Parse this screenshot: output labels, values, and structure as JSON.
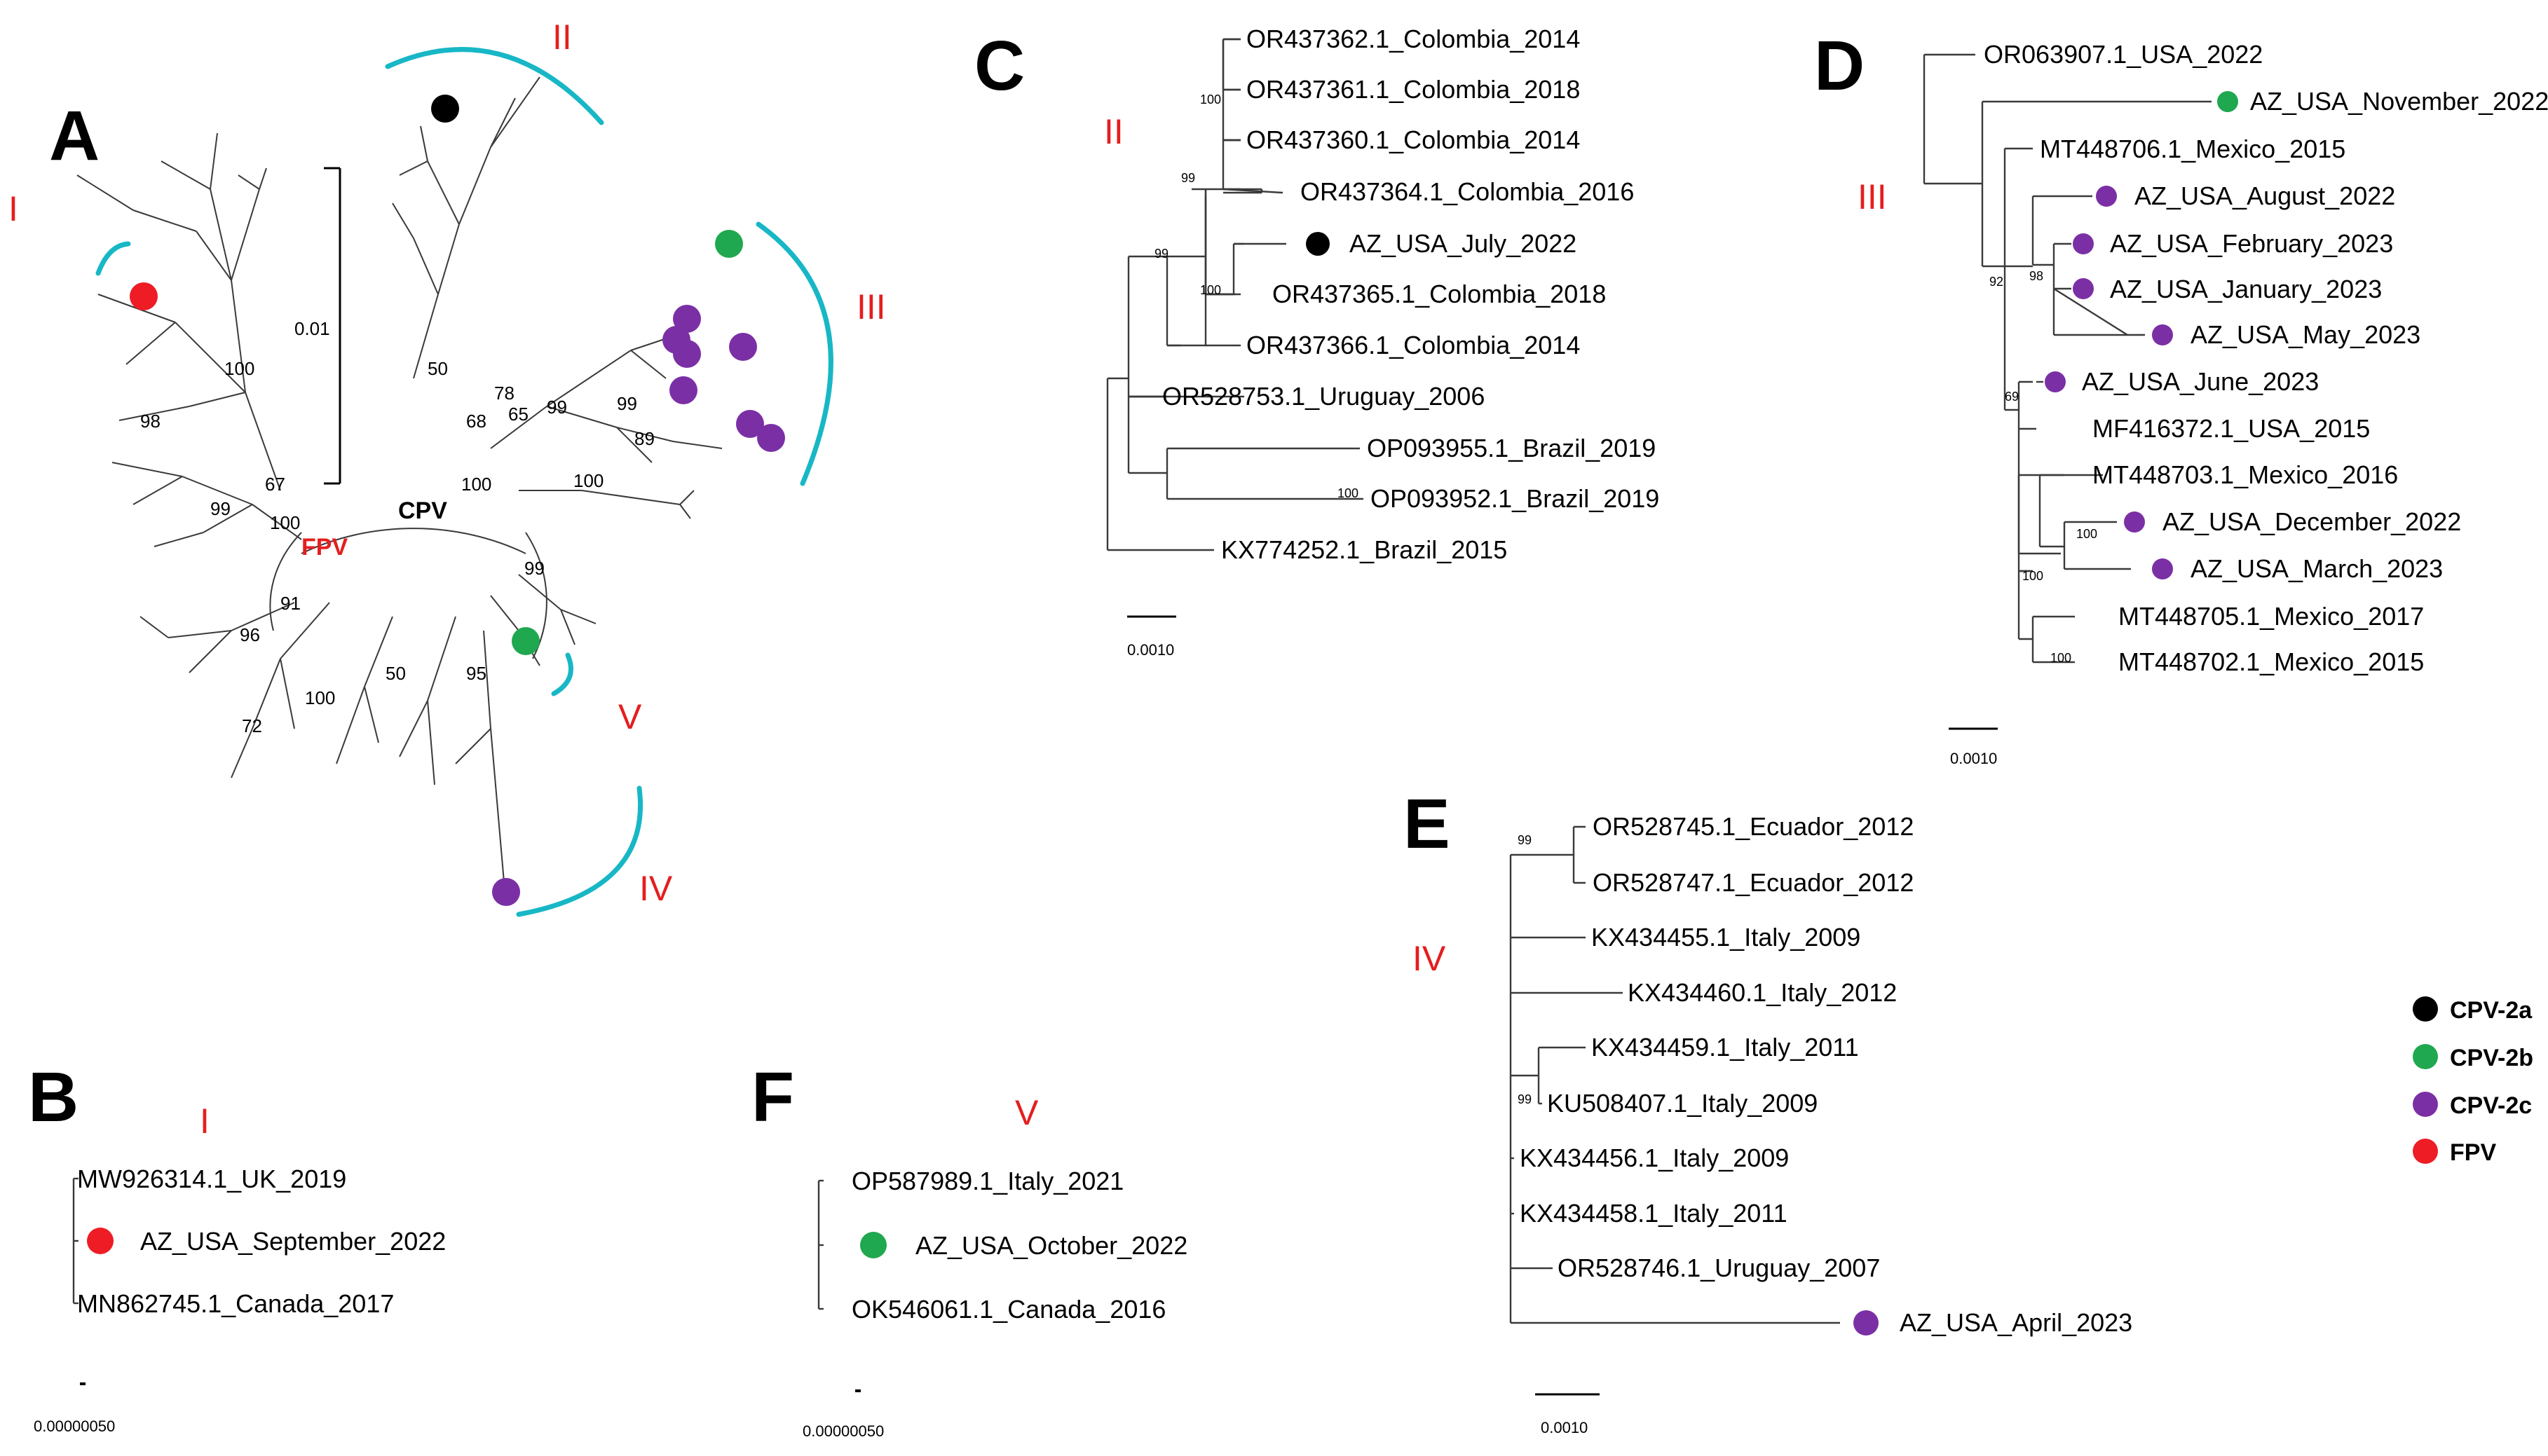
{
  "colors": {
    "cpv2a": "#000000",
    "cpv2b": "#1fa84f",
    "cpv2c": "#7b2fa5",
    "fpv": "#ee1c24",
    "clade_label": "#e51e1e",
    "arc": "#18b7c6"
  },
  "panel_a": {
    "letter": "A",
    "cpv_label": "CPV",
    "fpv_label": "FPV",
    "scale": "0.01",
    "clades": [
      "I",
      "II",
      "III",
      "IV",
      "V"
    ],
    "inner_bootstraps": [
      "100",
      "99",
      "100",
      "91",
      "67",
      "78",
      "99",
      "68",
      "100",
      "65",
      "99",
      "99",
      "89",
      "50",
      "50",
      "96",
      "72",
      "98",
      "95",
      "100",
      "100"
    ]
  },
  "panel_b": {
    "letter": "B",
    "clade": "I",
    "scale": "0.00000050",
    "taxa": [
      "MW926314.1_UK_2019",
      "AZ_USA_September_2022",
      "MN862745.1_Canada_2017"
    ]
  },
  "panel_c": {
    "letter": "C",
    "clade": "II",
    "scale": "0.0010",
    "taxa": [
      "OR437362.1_Colombia_2014",
      "OR437361.1_Colombia_2018",
      "OR437360.1_Colombia_2014",
      "OR437364.1_Colombia_2016",
      "AZ_USA_July_2022",
      "OR437365.1_Colombia_2018",
      "OR437366.1_Colombia_2014",
      "OR528753.1_Uruguay_2006",
      "OP093955.1_Brazil_2019",
      "OP093952.1_Brazil_2019",
      "KX774252.1_Brazil_2015"
    ],
    "bootstraps": [
      "100",
      "99",
      "99",
      "100",
      "100"
    ]
  },
  "panel_d": {
    "letter": "D",
    "clade": "III",
    "scale": "0.0010",
    "taxa": [
      "OR063907.1_USA_2022",
      "AZ_USA_November_2022",
      "MT448706.1_Mexico_2015",
      "AZ_USA_August_2022",
      "AZ_USA_February_2023",
      "AZ_USA_January_2023",
      "AZ_USA_May_2023",
      "AZ_USA_June_2023",
      "MF416372.1_USA_2015",
      "MT448703.1_Mexico_2016",
      "AZ_USA_December_2022",
      "AZ_USA_March_2023",
      "MT448705.1_Mexico_2017",
      "MT448702.1_Mexico_2015"
    ],
    "bootstraps": [
      "98",
      "92",
      "69",
      "100",
      "100",
      "100"
    ]
  },
  "panel_e": {
    "letter": "E",
    "clade": "IV",
    "scale": "0.0010",
    "taxa": [
      "OR528745.1_Ecuador_2012",
      "OR528747.1_Ecuador_2012",
      "KX434455.1_Italy_2009",
      "KX434460.1_Italy_2012",
      "KX434459.1_Italy_2011",
      "KU508407.1_Italy_2009",
      "KX434456.1_Italy_2009",
      "KX434458.1_Italy_2011",
      "OR528746.1_Uruguay_2007",
      "AZ_USA_April_2023"
    ],
    "bootstraps": [
      "99",
      "99"
    ]
  },
  "panel_f": {
    "letter": "F",
    "clade": "V",
    "scale": "0.00000050",
    "taxa": [
      "OP587989.1_Italy_2021",
      "AZ_USA_October_2022",
      "OK546061.1_Canada_2016"
    ]
  },
  "legend": [
    {
      "label": "CPV-2a",
      "color": "#000000"
    },
    {
      "label": "CPV-2b",
      "color": "#1fa84f"
    },
    {
      "label": "CPV-2c",
      "color": "#7b2fa5"
    },
    {
      "label": "FPV",
      "color": "#ee1c24"
    }
  ]
}
